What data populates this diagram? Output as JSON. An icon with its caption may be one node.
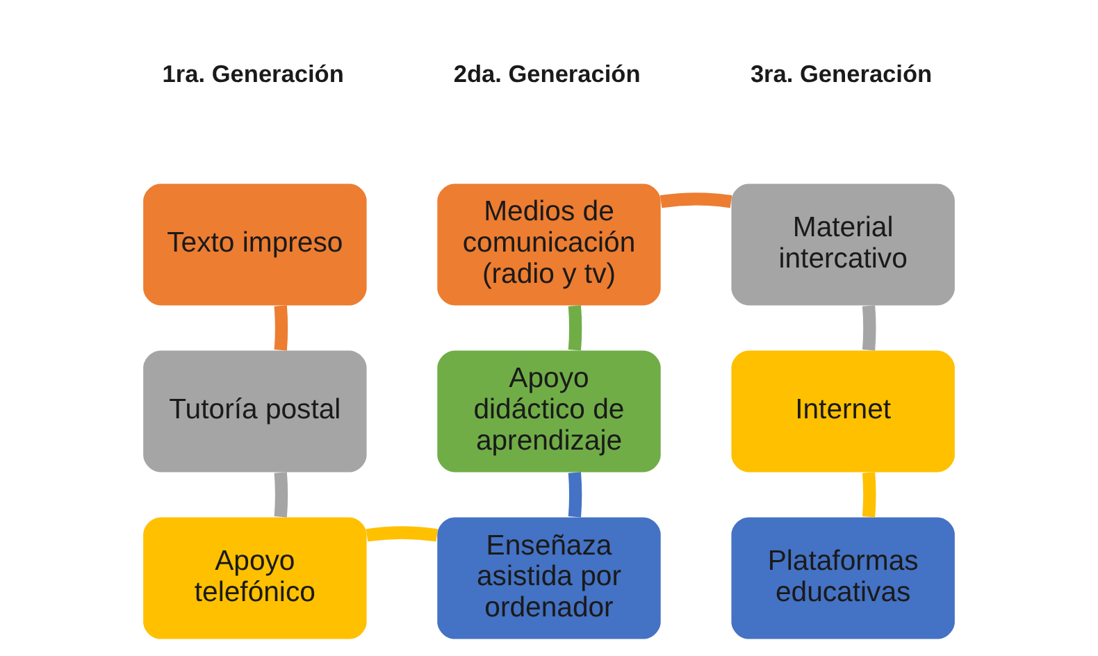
{
  "diagram": {
    "nodes": [
      {
        "text": [
          "Texto impreso"
        ]
      },
      {
        "text": [
          "Tutoría postal"
        ]
      },
      {
        "text": [
          "Apoyo telefónico"
        ]
      },
      {
        "text": [
          "Medios de comunicación (radio y tv)"
        ]
      },
      {
        "text": [
          "Apoyo didáctico de aprendizaje"
        ]
      },
      {
        "text": [
          "Enseñaza asistida por ordenador"
        ]
      },
      {
        "text": [
          "Material intercativo"
        ]
      },
      {
        "text": [
          "Internet"
        ]
      },
      {
        "text": [
          "Plataformas educativas"
        ]
      }
    ],
    "edges": [
      {
        "from": 0,
        "to": 1,
        "arrow": "none",
        "color": "#ed7d31"
      },
      {
        "from": 1,
        "to": 2,
        "arrow": "none",
        "color": "#a5a5a5"
      },
      {
        "from": 2,
        "to": 5,
        "arrow": "none",
        "color": "#ffc000"
      },
      {
        "from": 5,
        "to": 4,
        "arrow": "none",
        "color": "#4472c4"
      },
      {
        "from": 4,
        "to": 3,
        "arrow": "none",
        "color": "#70ad47"
      },
      {
        "from": 3,
        "to": 6,
        "arrow": "none",
        "color": "#ed7d31"
      },
      {
        "from": 6,
        "to": 7,
        "arrow": "none",
        "color": "#a5a5a5"
      },
      {
        "from": 7,
        "to": 8,
        "arrow": "none",
        "color": "#ffc000"
      }
    ],
    "labels": [
      "1ra. Generación",
      "2da. Generación",
      "3ra. Generación"
    ]
  }
}
